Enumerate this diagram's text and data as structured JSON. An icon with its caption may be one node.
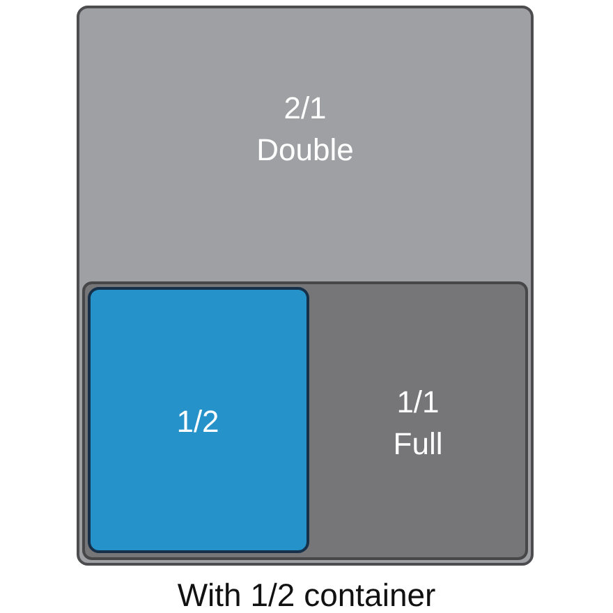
{
  "diagram": {
    "caption": "With 1/2 container",
    "nodes": [
      {
        "text": [
          "2/1 Double"
        ]
      },
      {
        "text": [
          "1/1 Full"
        ],
        "in": 0
      },
      {
        "text": [
          "1/2"
        ],
        "in": 1
      }
    ]
  }
}
